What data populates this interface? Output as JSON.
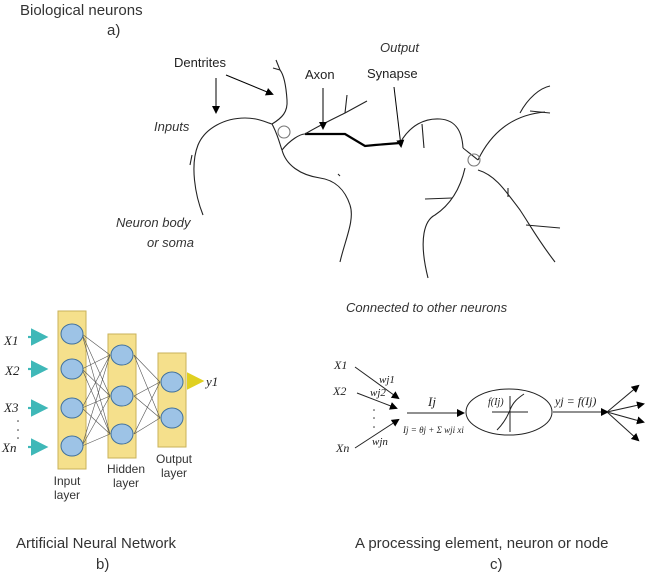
{
  "panel_a": {
    "title": "Biological neurons",
    "letter": "a)",
    "labels": {
      "dentrites": "Dentrites",
      "axon": "Axon",
      "output": "Output",
      "synapse": "Synapse",
      "inputs": "Inputs",
      "neuron_body_1": "Neuron body",
      "neuron_body_2": "or soma",
      "connected": "Connected to other neurons"
    }
  },
  "panel_b": {
    "title": "Artificial Neural Network",
    "letter": "b)",
    "inputs": [
      "X1",
      "X2",
      "X3",
      "Xn"
    ],
    "output": "y1",
    "layers": {
      "input": [
        "Input",
        "layer"
      ],
      "hidden": [
        "Hidden",
        "layer"
      ],
      "output": [
        "Output",
        "layer"
      ]
    },
    "colors": {
      "layer_fill": "#f5e08c",
      "layer_stroke": "#c9b25a",
      "node_fill": "#9dc3e6",
      "node_stroke": "#41719c",
      "input_arrow": "#4bc6c6",
      "output_arrow": "#f0e030"
    }
  },
  "panel_c": {
    "title": "A processing element, neuron or node",
    "letter": "c)",
    "inputs": [
      "X1",
      "X2",
      "Xn"
    ],
    "weights": [
      "wj1",
      "wj2",
      "wjn"
    ],
    "net_input": "Ij",
    "formula": "Ij = θj + Σ wji xi",
    "activation": "f(Ij)",
    "output_eq": "yj = f(Ij)"
  }
}
